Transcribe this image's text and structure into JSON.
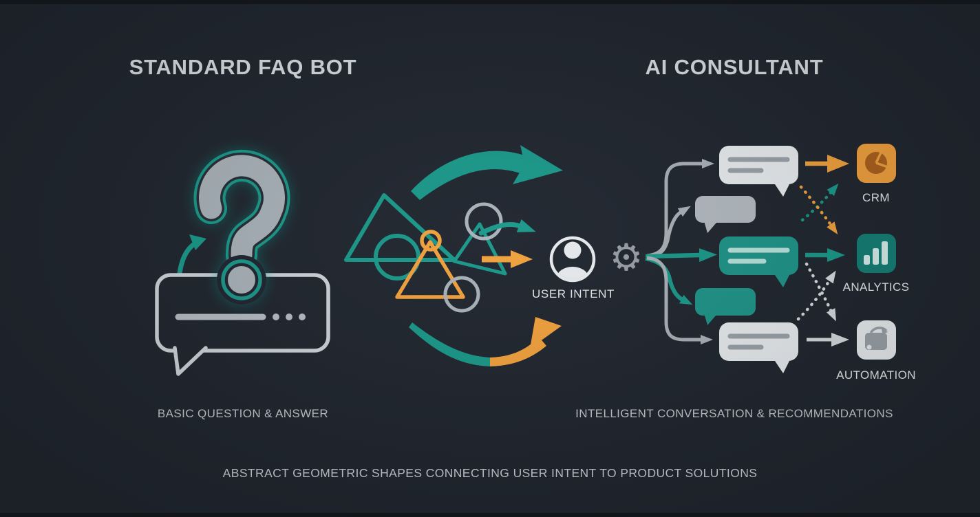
{
  "header": {
    "left_title": "STANDARD FAQ BOT",
    "right_title": "AI CONSULTANT"
  },
  "left_panel": {
    "caption": "BASIC QUESTION & ANSWER",
    "illustration": [
      "question-mark-icon",
      "speech-bubble-outline-icon",
      "curved-arrow-icon"
    ]
  },
  "center": {
    "divider": "vertical-line",
    "shapes": [
      "teal-triangle",
      "teal-circle",
      "orange-triangle",
      "orange-circle",
      "gray-circle-top",
      "gray-circle-bottom"
    ],
    "arrows": [
      "teal-arc-arrow",
      "teal-small-arrow",
      "orange-straight-arrow",
      "teal-orange-swoosh-arrow"
    ]
  },
  "right_panel": {
    "user_label": "USER INTENT",
    "caption": "INTELLIGENT CONVERSATION & RECOMMENDATIONS",
    "chat_bubbles": [
      "white-bubble-text",
      "gray-bubble",
      "teal-bubble-text",
      "teal-bubble",
      "white-bubble-text"
    ],
    "solutions": [
      {
        "label": "CRM",
        "icon": "pie-chart-icon",
        "tile_color": "#f2a23e"
      },
      {
        "label": "ANALYTICS",
        "icon": "bar-chart-icon",
        "tile_color": "#148077"
      },
      {
        "label": "AUTOMATION",
        "icon": "machine-icon",
        "tile_color": "#e9edf0"
      }
    ]
  },
  "footer": {
    "caption": "ABSTRACT GEOMETRIC SHAPES CONNECTING USER INTENT TO PRODUCT SOLUTIONS"
  },
  "glyphs": {
    "gear": "⚙"
  },
  "colors": {
    "background": "#212730",
    "teal": "#1b998b",
    "teal_dark": "#148077",
    "orange": "#f2a23e",
    "pie_brown": "#ab611e",
    "gray": "#a9b1b8",
    "light": "#e9edf0",
    "divider": "#9aa1a7",
    "title_text": "#d8dee3",
    "caption_text": "#c2c9cf"
  }
}
